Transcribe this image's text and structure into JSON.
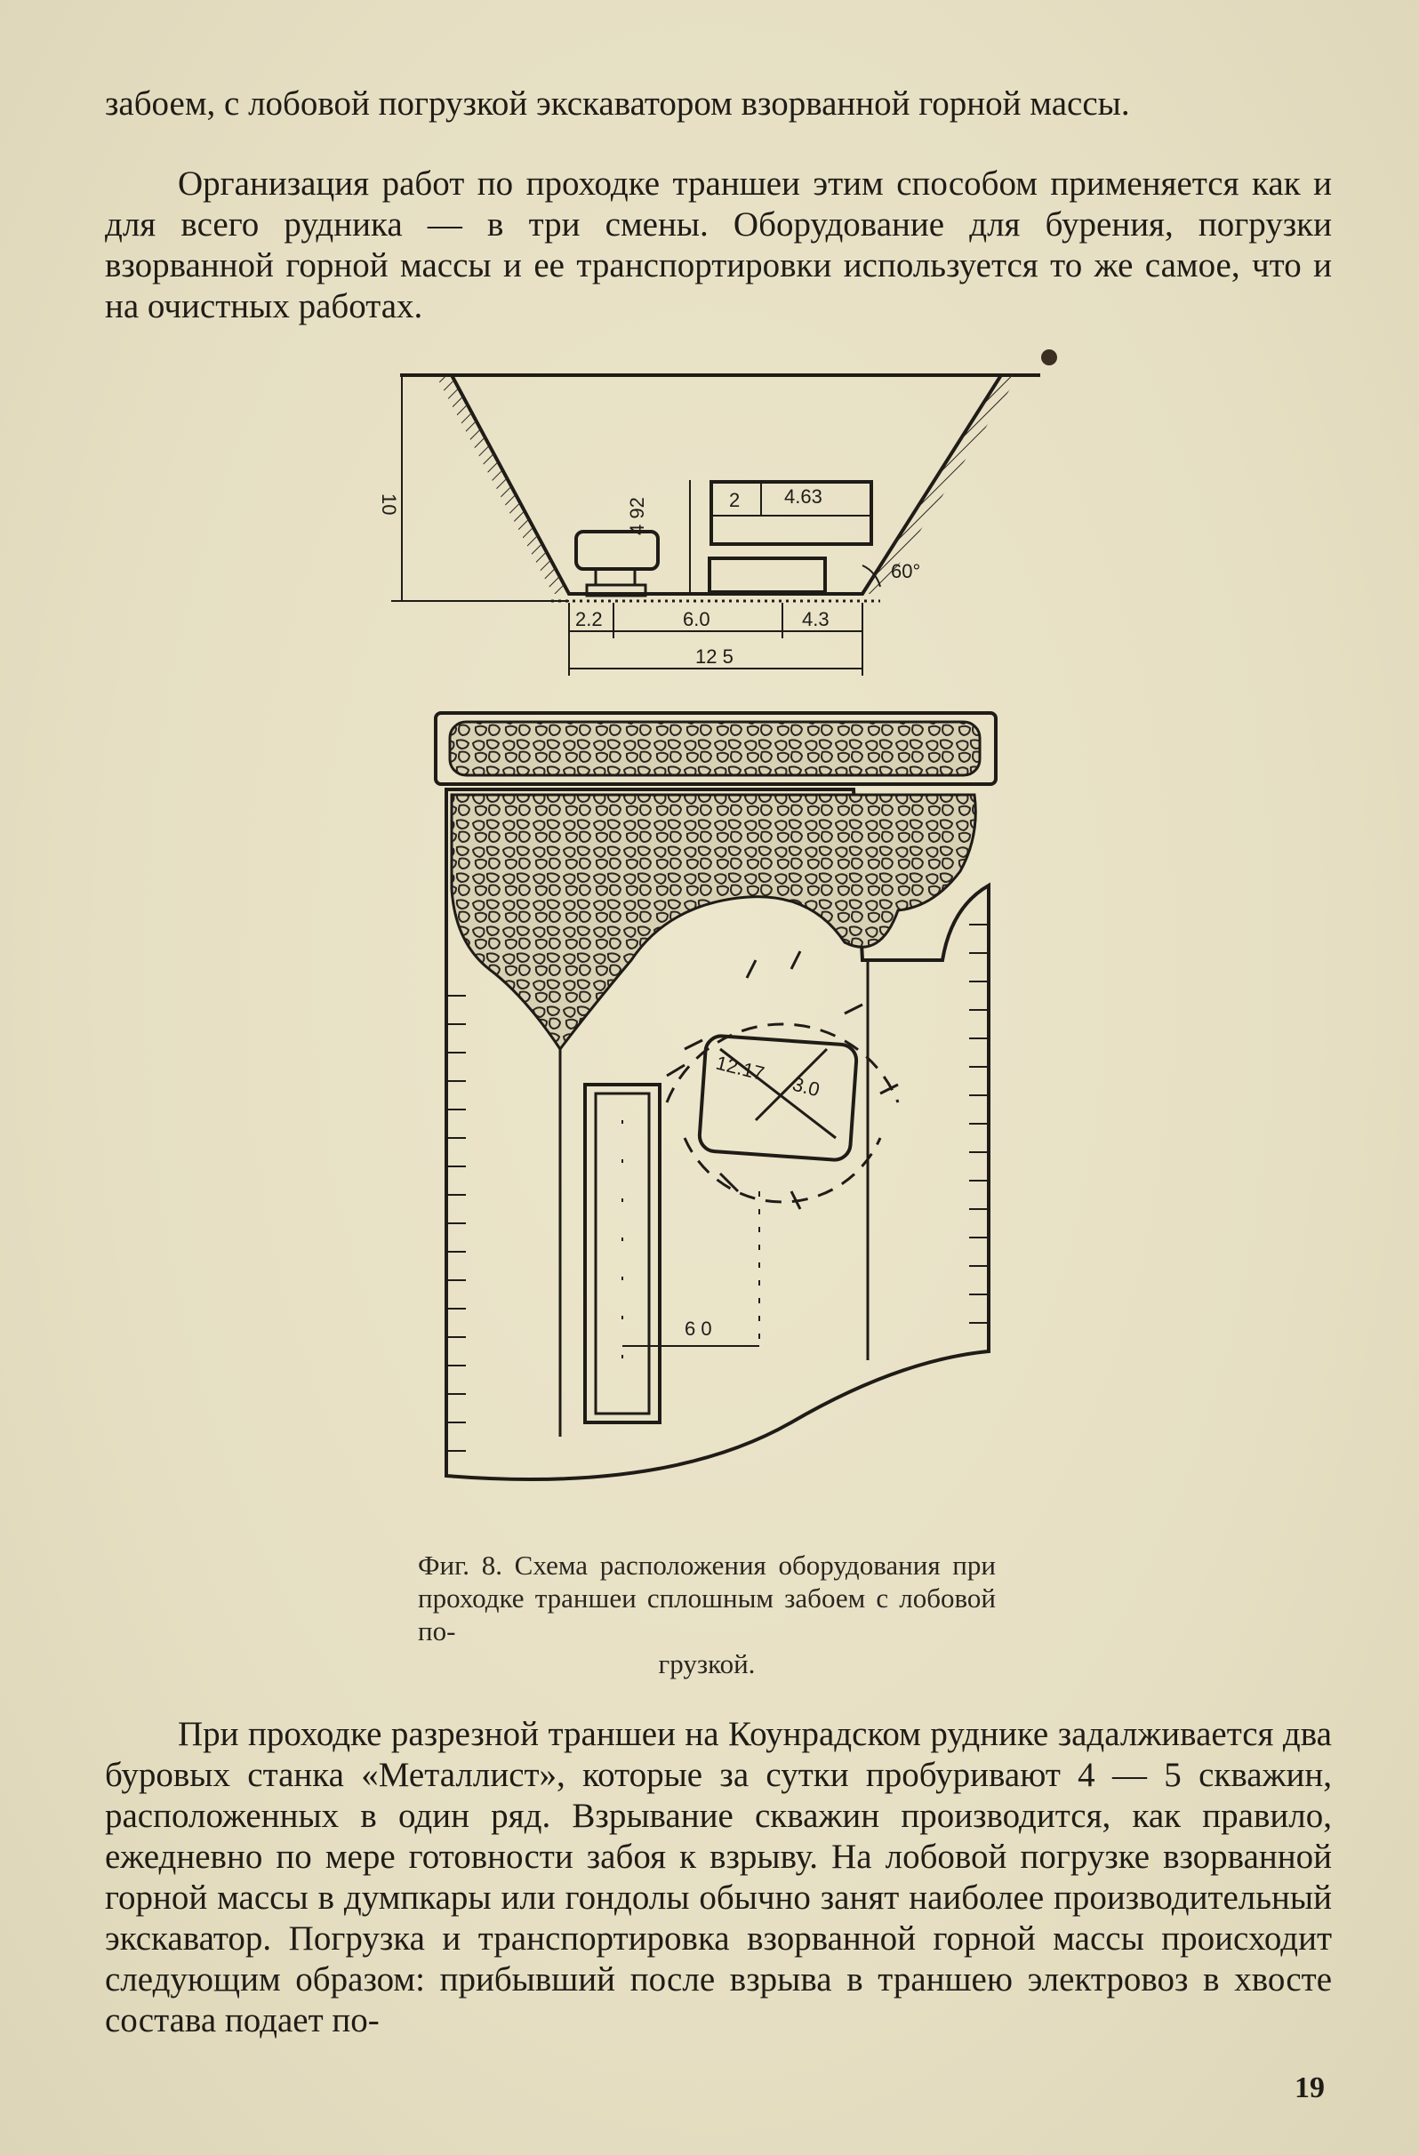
{
  "text": {
    "para_intro": "забоем, с лобовой погрузкой экскаватором взорванной горной массы.",
    "para_org": "Организация работ по проходке траншеи этим способом применяется как и для всего рудника — в три смены. Оборудование для бурения, погрузки взорванной горной массы и ее транспортировки используется то же самое, что и на очистных работах.",
    "para_main": "При проходке разрезной траншеи на Коунрадском руднике задалживается два буровых станка «Металлист», которые за сутки пробуривают 4 — 5 скважин, расположенных в один ряд. Взрывание скважин производится, как правило, ежедневно по мере готовности забоя к взрыву. На лобовой погрузке взорванной горной массы в думпкары или гондолы обычно занят наиболее производительный экскаватор. Погрузка и транспортировка взорванной горной массы происходит следующим образом: прибывший после взрыва в траншею электровоз в хвосте состава подает по-"
  },
  "figure": {
    "caption_main": "Фиг. 8. Схема расположения оборудования при проходке траншеи сплошным забоем с лобовой по-",
    "caption_last": "грузкой.",
    "dims": {
      "height": "10",
      "car_height": "4 92",
      "car_num": "2",
      "car_width": "4.63",
      "angle": "60°",
      "bottom_left": "2.2",
      "bottom_mid": "6.0",
      "bottom_right": "4.3",
      "bottom_total": "12 5",
      "plan_radius_a": "12.17",
      "plan_radius_b": "3.0",
      "plan_offset": "6 0"
    }
  },
  "page_number": "19"
}
